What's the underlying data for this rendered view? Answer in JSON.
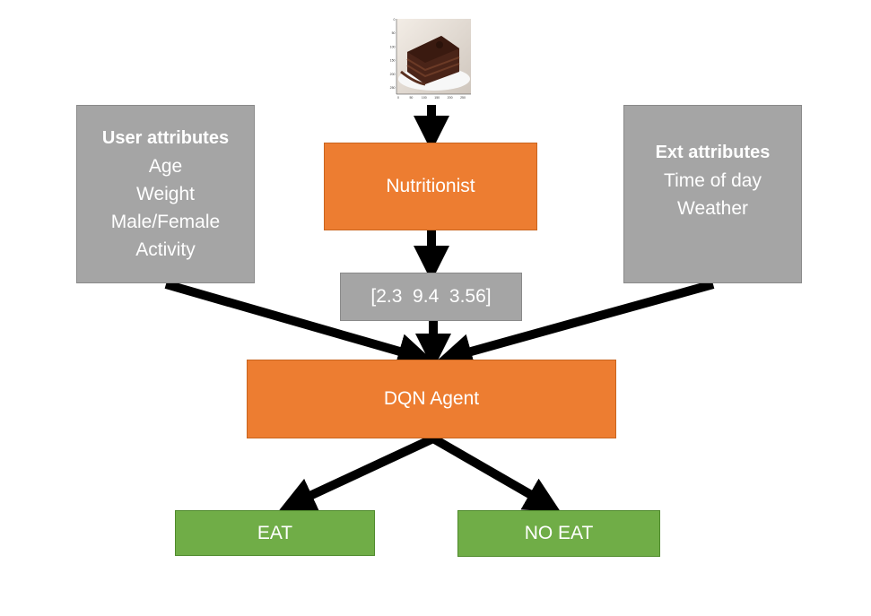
{
  "thumbnail": {
    "y_ticks": [
      "0",
      "50",
      "100",
      "150",
      "200",
      "250"
    ],
    "x_ticks": [
      "0",
      "50",
      "100",
      "150",
      "200",
      "250"
    ]
  },
  "user_attributes": {
    "title": "User attributes",
    "items": [
      "Age",
      "Weight",
      "Male/Female",
      "Activity"
    ]
  },
  "ext_attributes": {
    "title": "Ext attributes",
    "items": [
      "Time of day",
      "Weather"
    ]
  },
  "nutritionist": {
    "label": "Nutritionist"
  },
  "vector": {
    "label": "[2.3  9.4  3.56]"
  },
  "agent": {
    "label": "DQN Agent"
  },
  "actions": {
    "eat": "EAT",
    "no_eat": "NO EAT"
  },
  "colors": {
    "attribute_box": "#a5a5a5",
    "process_box": "#ed7d31",
    "action_box": "#70ad47",
    "arrow": "#000000"
  }
}
